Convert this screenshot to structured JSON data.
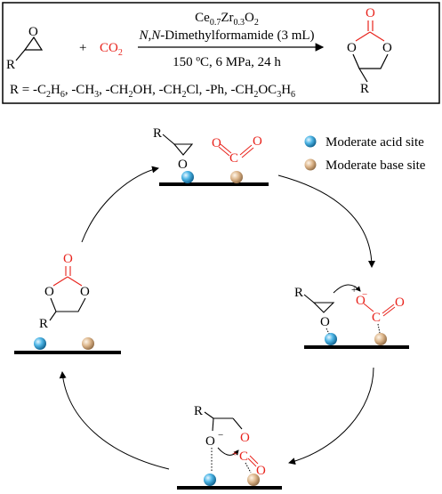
{
  "reaction": {
    "catalyst": {
      "base": "Ce",
      "sub1": "0.7",
      "mid": "Zr",
      "sub2": "0.3",
      "end": "O",
      "sub3": "2"
    },
    "reagent": {
      "n_italic": "N,N",
      "text": "-Dimethylformamide (3 mL)"
    },
    "conditions": "150 ºC, 6 MPa, 24 h",
    "plus": "+",
    "co2": "CO",
    "co2_sub": "2",
    "r_label": "R",
    "r_groups": {
      "prefix": "R = -C",
      "parts": [
        {
          "t": "R = -C"
        },
        {
          "s": "2"
        },
        {
          "t": "H"
        },
        {
          "s": "6"
        },
        {
          "t": ", -CH"
        },
        {
          "s": "3"
        },
        {
          "t": ", -CH"
        },
        {
          "s": "2"
        },
        {
          "t": "OH, -CH"
        },
        {
          "s": "2"
        },
        {
          "t": "Cl, -Ph, -CH"
        },
        {
          "s": "2"
        },
        {
          "t": "OC"
        },
        {
          "s": "3"
        },
        {
          "t": "H"
        },
        {
          "s": "6"
        }
      ]
    }
  },
  "legend": {
    "acid": "Moderate acid site",
    "base": "Moderate base site"
  },
  "atoms": {
    "R": "R",
    "O": "O",
    "C": "C",
    "plus": "+",
    "minus": "−"
  },
  "colors": {
    "acid_site": "#3aa7dc",
    "base_site": "#d9b48c",
    "carbonate_red": "#e8231c",
    "surface": "#000000"
  }
}
